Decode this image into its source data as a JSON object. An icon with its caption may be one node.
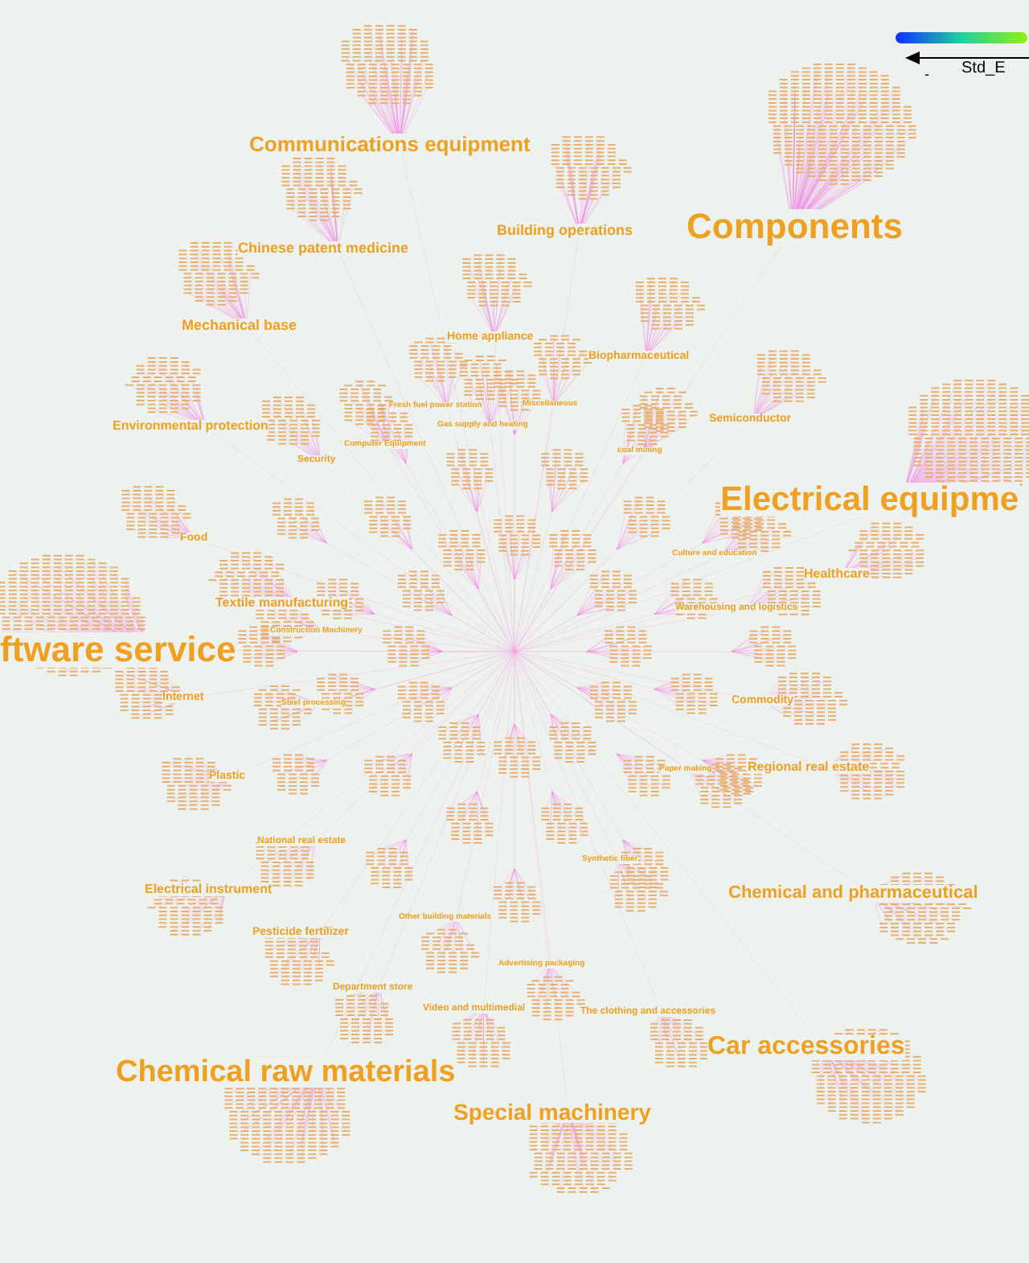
{
  "diagram": {
    "labels": [
      "-",
      "Std_E",
      "Communications equipment",
      "Components",
      "Building operations",
      "Chinese patent medicine",
      "Mechanical base",
      "Home appliance",
      "Biopharmaceutical",
      "Fresh fuel power station",
      "Miscellaneous",
      "Semiconductor",
      "Gas supply and heating",
      "Environmental protection",
      "Computer Equipment",
      "Security",
      "coal mining",
      "Electrical equipme",
      "Food",
      "Culture and education",
      "Healthcare",
      "Textile manufacturing",
      "Warehousing and logistics",
      "Construction Machinery",
      "ftware service",
      "Internet",
      "Steel processing",
      "Commodity",
      "Plastic",
      "Paper making",
      "Regional real estate",
      "National real estate",
      "Synthetic fiber",
      "Electrical instrument",
      "Chemical and pharmaceutical",
      "Other building materials",
      "Pesticide fertilizer",
      "Advertising packaging",
      "Department store",
      "Video and multimedial",
      "The clothing and accessories",
      "Car accessories",
      "Chemical raw materials",
      "Special machinery"
    ]
  }
}
